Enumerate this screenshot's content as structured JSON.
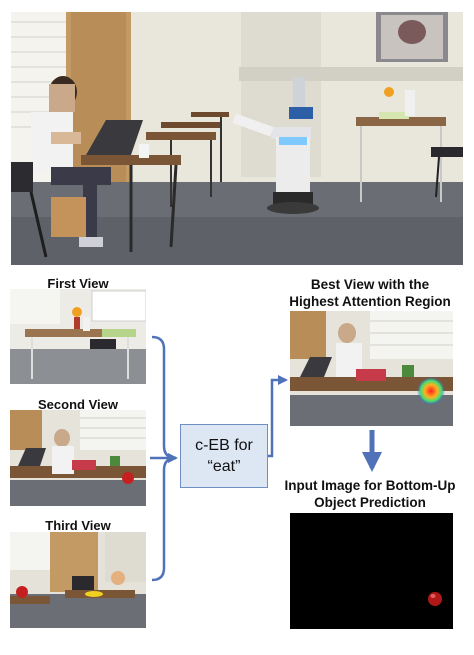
{
  "labels": {
    "first_view": "First View",
    "second_view": "Second View",
    "third_view": "Third View",
    "best_view_line1": "Best View with the",
    "best_view_line2": "Highest Attention Region",
    "input_line1": "Input Image for Bottom-Up",
    "input_line2": "Object Prediction"
  },
  "module": {
    "line1": "c-EB for",
    "line2": "“eat”"
  },
  "colors": {
    "flow": "#4f72b8",
    "module_fill": "#dde6f3",
    "module_border": "#6f8fc4"
  }
}
